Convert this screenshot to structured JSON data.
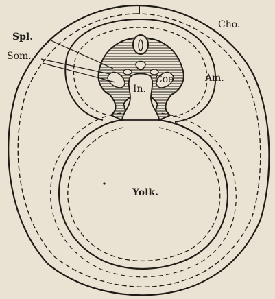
{
  "labels": {
    "cho": "Cho.",
    "spl": "Spl.",
    "som": "Som.",
    "am": "Am.",
    "coe": "Coe",
    "in": "In.",
    "yolk": "Yolk."
  },
  "colors": {
    "paper": "#eae3d3",
    "ink": "#1f1b16"
  }
}
